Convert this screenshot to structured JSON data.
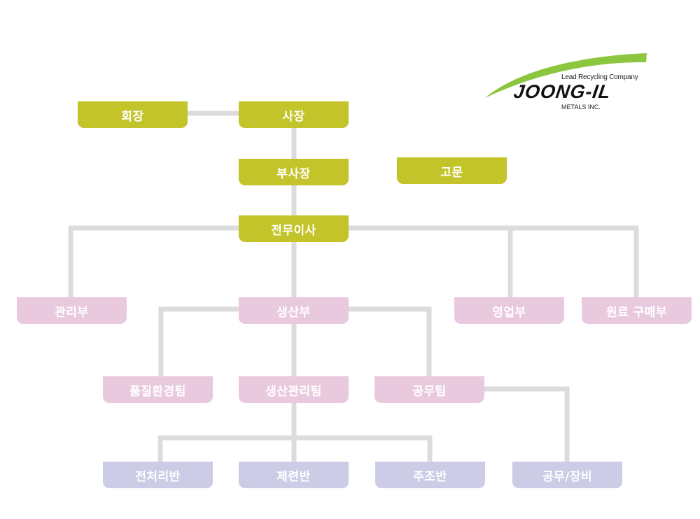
{
  "logo": {
    "tagline": "Lead Recycling Company",
    "name": "JOONG-IL",
    "sub": "METALS INC.",
    "swoosh_color": "#8cc63f"
  },
  "colors": {
    "executive": "#c3c42a",
    "department": "#e9c9de",
    "unit": "#cccce6",
    "connector": "#dcdcdc"
  },
  "nodes": {
    "chairman": "회장",
    "president": "사장",
    "vice_president": "부사장",
    "advisor": "고문",
    "managing_director": "전무이사",
    "management_dept": "관리부",
    "production_dept": "생산부",
    "sales_dept": "영업부",
    "raw_material_purchasing_dept": "원료 구매부",
    "quality_environment_team": "품질환경팀",
    "production_management_team": "생산관리팀",
    "engineering_team": "공무팀",
    "pretreatment_unit": "전처리반",
    "refining_unit": "제련반",
    "casting_unit": "주조반",
    "engineering_equipment_unit": "공무/장비"
  }
}
